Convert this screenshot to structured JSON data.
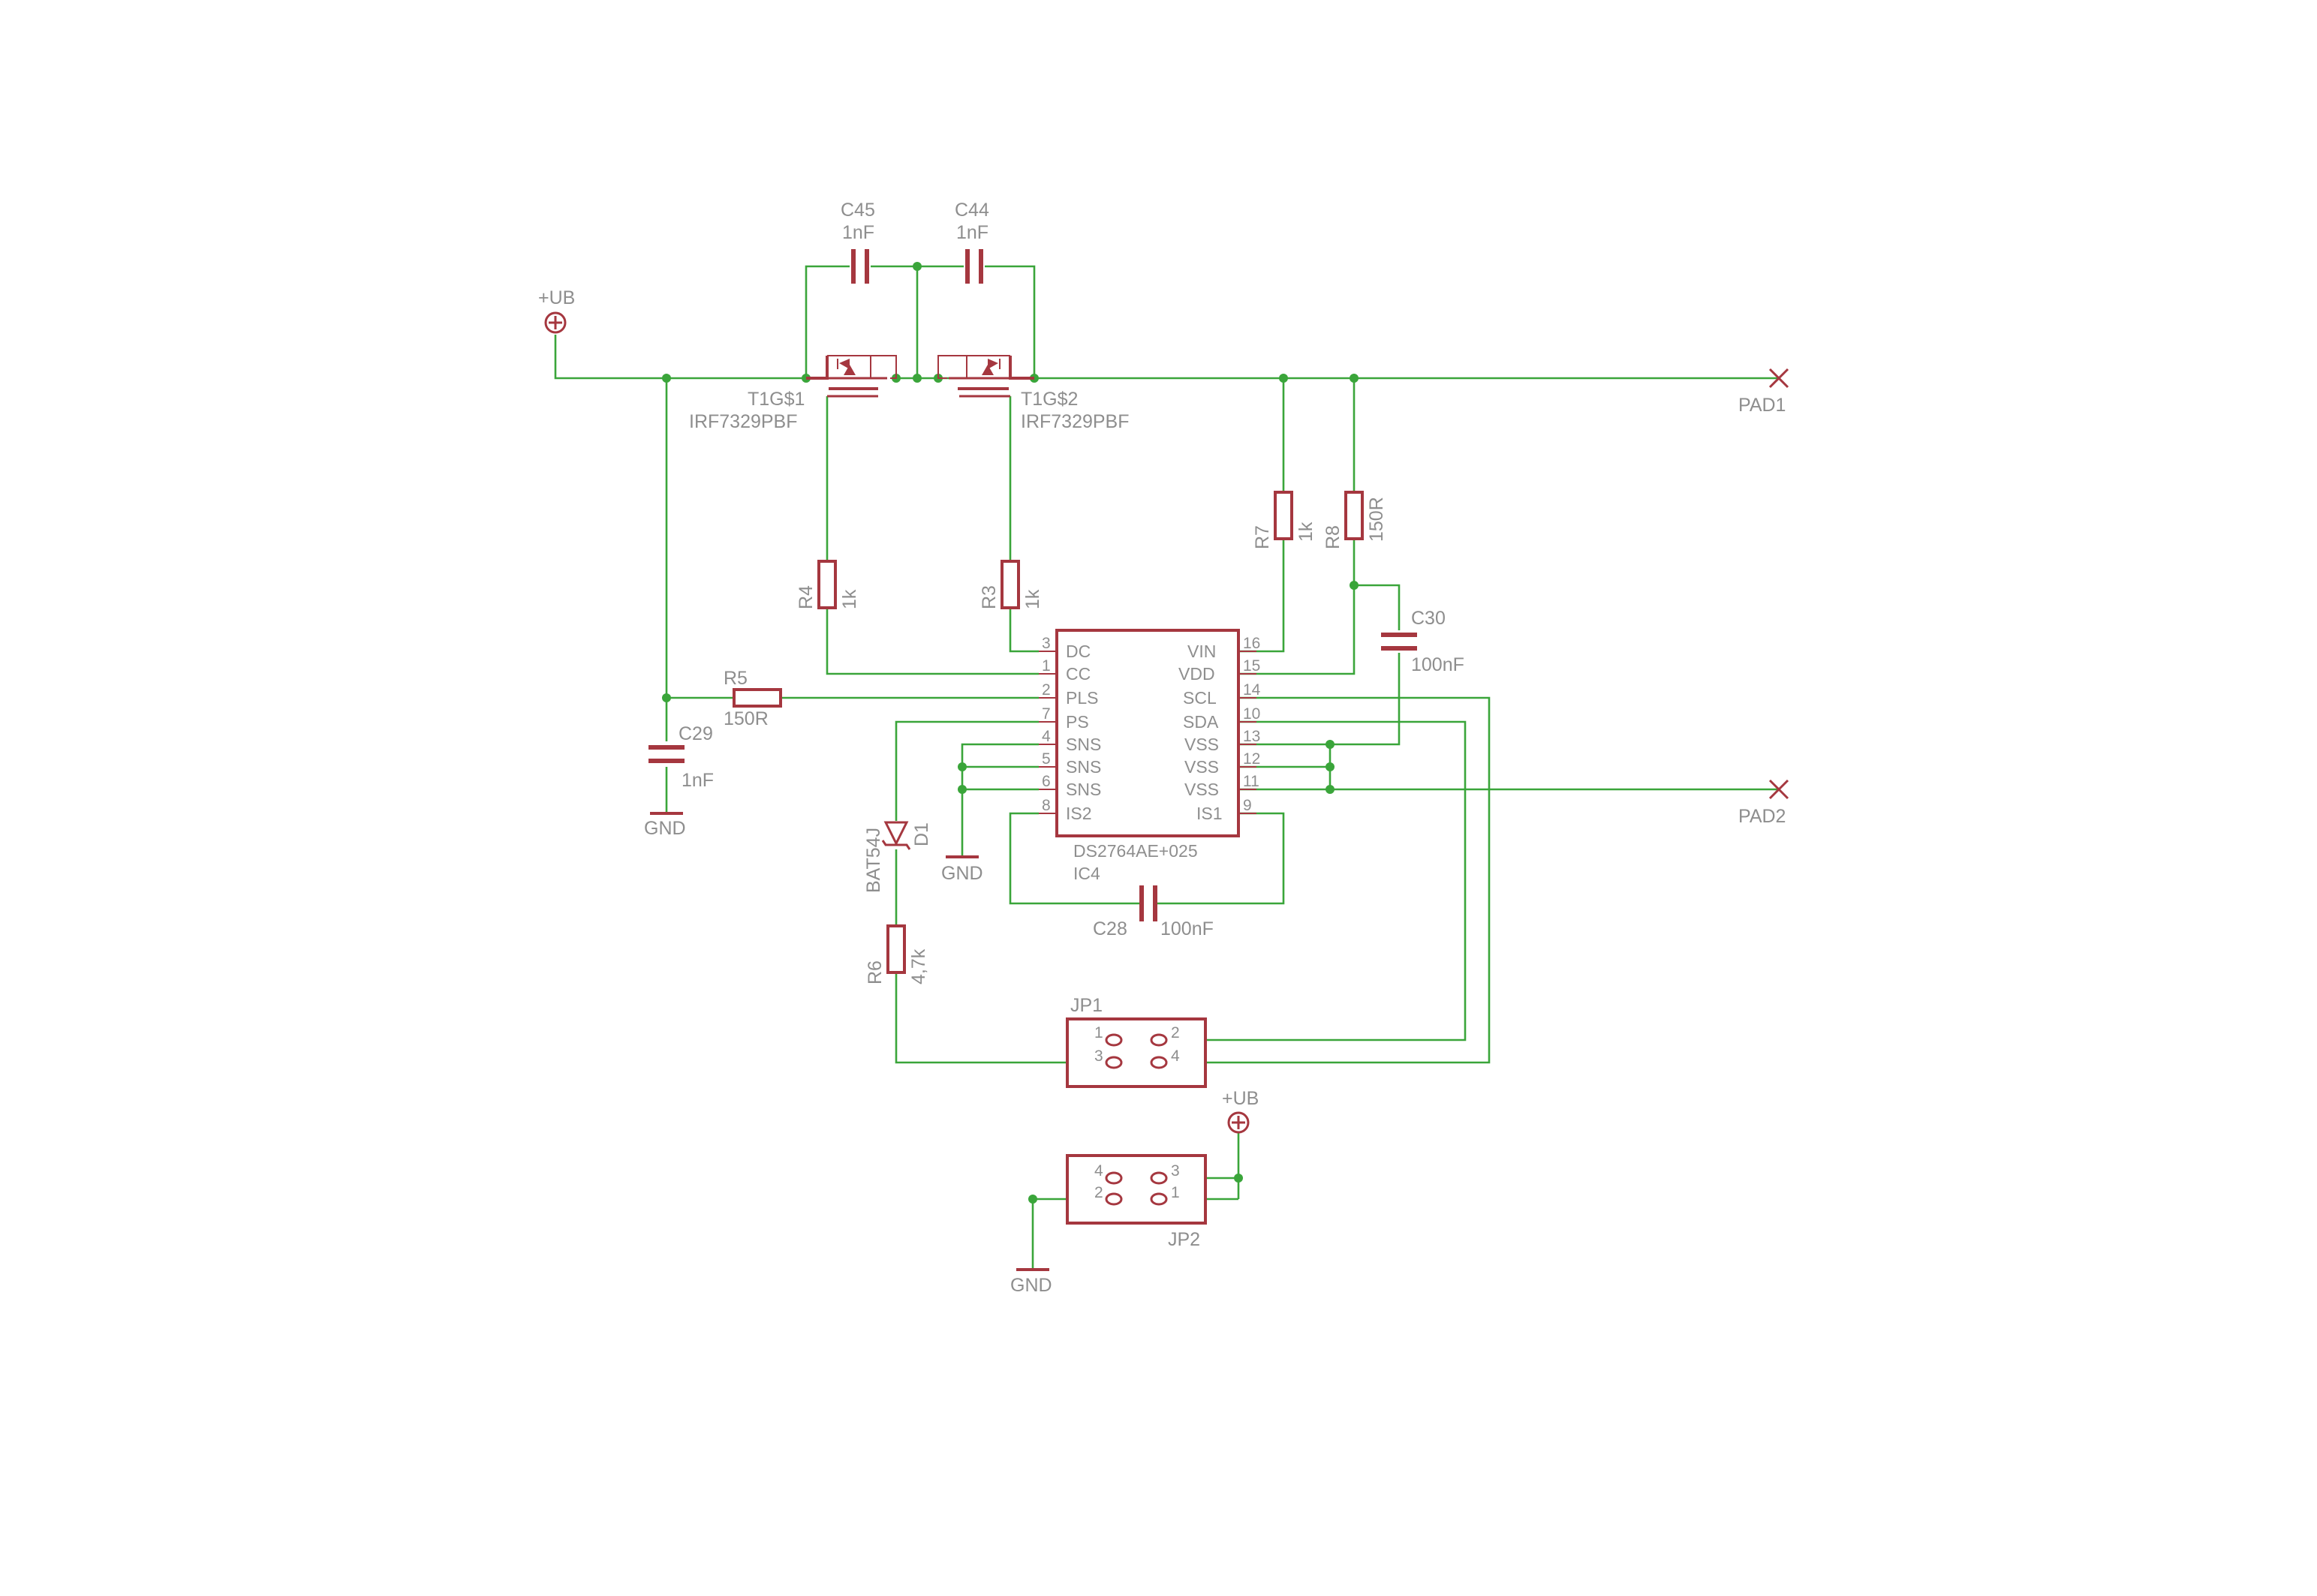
{
  "colors": {
    "wire": "#3aa53a",
    "symbol": "#a5373f",
    "text": "#8e8e8e",
    "background": "#ffffff"
  },
  "power": {
    "ub_top": "+UB",
    "ub_jp2": "+UB"
  },
  "ground": {
    "c29": "GND",
    "ic": "GND",
    "jp2": "GND"
  },
  "pads": {
    "pad1": "PAD1",
    "pad2": "PAD2"
  },
  "parts": {
    "c45": {
      "name": "C45",
      "value": "1nF"
    },
    "c44": {
      "name": "C44",
      "value": "1nF"
    },
    "t1g1": {
      "name": "T1G$1",
      "value": "IRF7329PBF"
    },
    "t1g2": {
      "name": "T1G$2",
      "value": "IRF7329PBF"
    },
    "r4": {
      "name": "R4",
      "value": "1k"
    },
    "r3": {
      "name": "R3",
      "value": "1k"
    },
    "r7": {
      "name": "R7",
      "value": "1k"
    },
    "r8": {
      "name": "R8",
      "value": "150R"
    },
    "c30": {
      "name": "C30",
      "value": "100nF"
    },
    "r5": {
      "name": "R5",
      "value": "150R"
    },
    "c29": {
      "name": "C29",
      "value": "1nF"
    },
    "d1": {
      "name": "D1",
      "value": "BAT54J"
    },
    "r6": {
      "name": "R6",
      "value": "4,7k"
    },
    "c28": {
      "name": "C28",
      "value": "100nF"
    },
    "ic4": {
      "name": "IC4",
      "value": "DS2764AE+025"
    },
    "jp1": {
      "name": "JP1"
    },
    "jp2": {
      "name": "JP2"
    }
  },
  "ic4_pins": {
    "left": [
      {
        "num": "3",
        "name": "DC"
      },
      {
        "num": "1",
        "name": "CC"
      },
      {
        "num": "2",
        "name": "PLS"
      },
      {
        "num": "7",
        "name": "PS"
      },
      {
        "num": "4",
        "name": "SNS"
      },
      {
        "num": "5",
        "name": "SNS"
      },
      {
        "num": "6",
        "name": "SNS"
      },
      {
        "num": "8",
        "name": "IS2"
      }
    ],
    "right": [
      {
        "num": "16",
        "name": "VIN"
      },
      {
        "num": "15",
        "name": "VDD"
      },
      {
        "num": "14",
        "name": "SCL"
      },
      {
        "num": "10",
        "name": "SDA"
      },
      {
        "num": "13",
        "name": "VSS"
      },
      {
        "num": "12",
        "name": "VSS"
      },
      {
        "num": "11",
        "name": "VSS"
      },
      {
        "num": "9",
        "name": "IS1"
      }
    ]
  },
  "jp1_pins": {
    "p1": "1",
    "p2": "2",
    "p3": "3",
    "p4": "4"
  },
  "jp2_pins": {
    "p1": "1",
    "p2": "2",
    "p3": "3",
    "p4": "4"
  }
}
